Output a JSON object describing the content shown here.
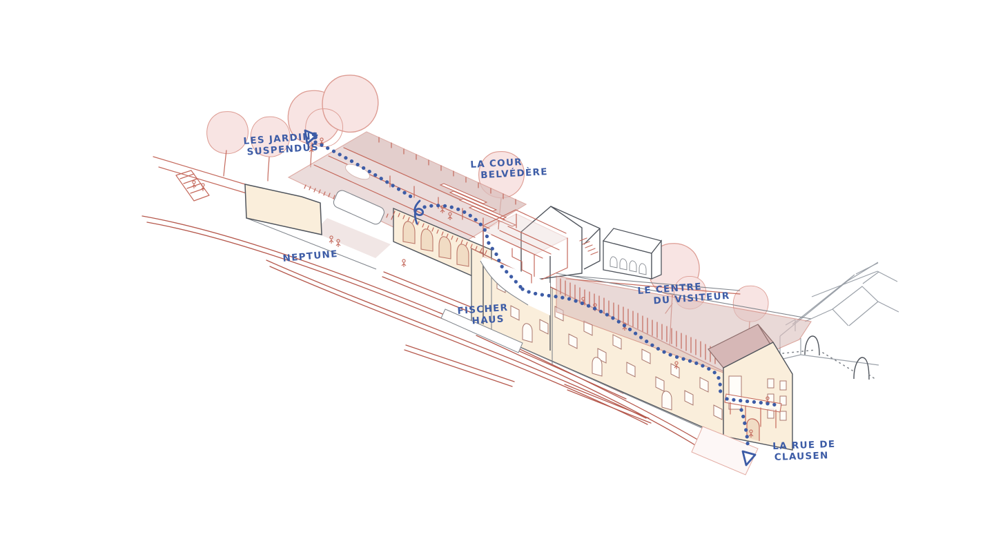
{
  "palette": {
    "ink_blue": "#3d5ca6",
    "sketch_red": "#c4695c",
    "street_red": "#b5584c",
    "tree_line": "#dd9c93",
    "tree_fill": "#f8e4e3",
    "beige": "#faeedb",
    "beige_deep": "#f1dcc4",
    "mauve": "#dcc0be",
    "mauve_deep": "#d6b7b6",
    "gray_dark": "#4f545c",
    "gray_mid": "#80858c",
    "gray_light": "#9aa0a8"
  },
  "annotations": {
    "jardins": {
      "line1": "LES JARDINS",
      "line2": "SUSPENDUS"
    },
    "cour": {
      "line1": "LA COUR",
      "line2": "BELVÉDÈRE"
    },
    "neptune": {
      "line1": "NEPTUNE"
    },
    "fischer": {
      "line1": "FISCHER",
      "line2": "HAUS"
    },
    "centre": {
      "line1": "LE CENTRE",
      "line2": "DU VISITEUR"
    },
    "clausen": {
      "line1": "LA RUE DE",
      "line2": "CLAUSEN"
    }
  },
  "route": {
    "style": "dotted",
    "color": "#3d5ca6",
    "start_marker": "triangle-outline",
    "end_marker": "triangle-outline",
    "vertical_link_icon": "stair-squiggle"
  }
}
